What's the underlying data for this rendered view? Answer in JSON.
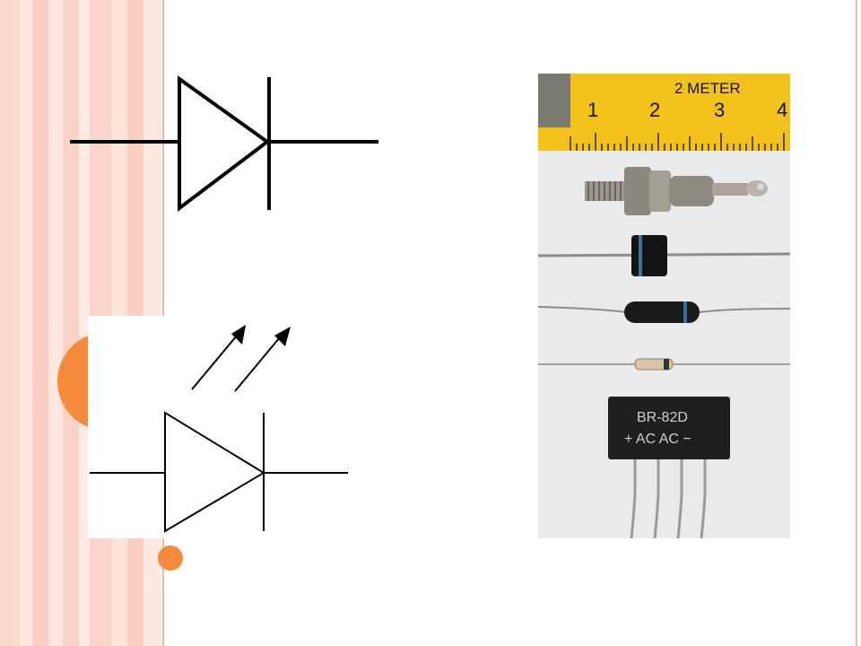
{
  "slide": {
    "symbols": [
      {
        "name": "diode-symbol"
      },
      {
        "name": "led-symbol"
      }
    ],
    "photo": {
      "ruler_label": "2 METER",
      "ruler_numbers": [
        "1",
        "2",
        "3",
        "4"
      ],
      "bridge_label_1": "BR-82D",
      "bridge_label_2": "+ AC AC −"
    }
  }
}
